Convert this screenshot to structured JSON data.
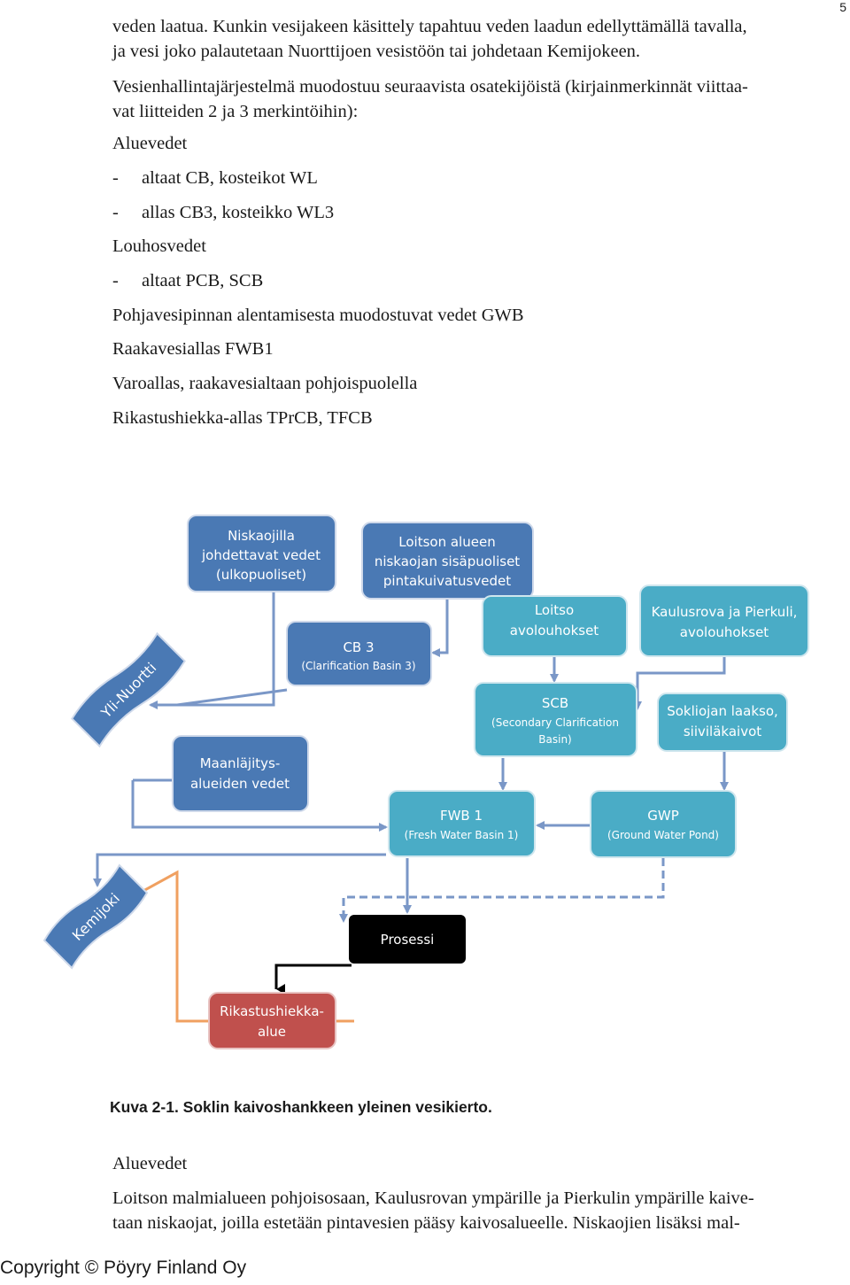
{
  "page_number": "5",
  "top_paragraph": [
    "veden laatua. Kunkin vesijakeen käsittely tapahtuu veden laadun edellyttämällä tavalla,",
    "ja vesi joko palautetaan Nuorttijoen vesistöön tai johdetaan Kemijokeen."
  ],
  "intro_paragraph": [
    "Vesienhallintajärjestelmä muodostuu seuraavista osatekijöistä (kirjainmerkinnät viittaa-",
    "vat liitteiden 2 ja 3 merkintöihin):"
  ],
  "list": {
    "aluevedet_heading": "Aluevedet",
    "aluevedet_items": [
      "altaat CB, kosteikot WL",
      "allas CB3, kosteikko WL3"
    ],
    "louhosvedet_heading": "Louhosvedet",
    "louhosvedet_items": [
      "altaat PCB, SCB"
    ],
    "pohjavesi": "Pohjavesipinnan alentamisesta muodostuvat vedet GWB",
    "raakavesi": "Raakavesiallas FWB1",
    "varoallas": "Varoallas, raakavesialtaan pohjoispuolella",
    "rikastus": "Rikastushiekka-allas TPrCB, TFCB",
    "dash": "-"
  },
  "diagram": {
    "niskaojilla": [
      "Niskaojilla",
      "johdettavat vedet",
      "(ulkopuoliset)"
    ],
    "loitson_alueen": [
      "Loitson alueen",
      "niskaojan sisäpuoliset",
      "pintakuivatusvedet"
    ],
    "cb3": [
      "CB 3",
      "(Clarification Basin 3)"
    ],
    "loitso_avolouhokset": [
      "Loitso",
      "avolouhokset"
    ],
    "kaulusrova": [
      "Kaulusrova ja Pierkuli,",
      "avolouhokset"
    ],
    "yli_nuortti": "Yli-Nuortti",
    "scb": [
      "SCB",
      "(Secondary Clarification",
      "Basin)"
    ],
    "sokliojan": [
      "Sokliojan laakso,",
      "siiviläkaivot"
    ],
    "maanlajitys": [
      "Maanläjitys-",
      "alueiden vedet"
    ],
    "fwb1": [
      "FWB 1",
      "(Fresh Water Basin 1)"
    ],
    "gwp": [
      "GWP",
      "(Ground Water Pond)"
    ],
    "kemijoki": "Kemijoki",
    "prosessi": "Prosessi",
    "rikastushiekka": [
      "Rikastushiekka-",
      "alue"
    ],
    "colors": {
      "blue_dark": "#4a79b4",
      "teal": "#4aacc6",
      "black": "#000000",
      "red": "#c0504d",
      "arrow_blue": "#7a97c7",
      "arrow_orange": "#f0a060"
    }
  },
  "caption": "Kuva 2-1. Soklin kaivoshankkeen yleinen vesikierto.",
  "bottom_heading": "Aluevedet",
  "bottom_paragraph": [
    "Loitson malmialueen pohjoisosaan, Kaulusrovan ympärille ja Pierkulin ympärille kaive-",
    "taan niskaojat, joilla estetään pintavesien pääsy kaivosalueelle. Niskaojien lisäksi mal-"
  ],
  "copyright": "Copyright © Pöyry Finland Oy"
}
